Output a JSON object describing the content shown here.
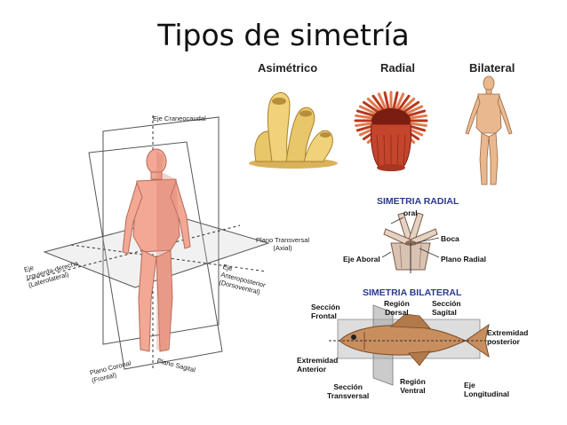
{
  "title": "Tipos de simetría",
  "symmetry_types": {
    "asymmetric": "Asimétrico",
    "radial": "Radial",
    "bilateral": "Bilateral"
  },
  "planes_diagram": {
    "axis_craneocaudal": "Eje Craneocaudal",
    "transverse_plane": "Plano Transversal",
    "transverse_plane_sub": "(Axial)",
    "left_right_axis": "Eje\nIzquierda-derecha\n(Laterolateral)",
    "anteroposterior_axis": "Eje\nAnteroposterior\n(Dorsoventral)",
    "coronal_plane": "Plano Coronal\n(Frontal)",
    "sagittal_plane": "Plano Sagital"
  },
  "radial_panel": {
    "title": "SIMETRIA RADIAL",
    "oral": "oral",
    "mouth": "Boca",
    "aboral_axis": "Eje Aboral",
    "radial_plane": "Plano Radial"
  },
  "bilateral_panel": {
    "title": "SIMETRIA BILATERAL",
    "frontal_section": "Sección\nFrontal",
    "dorsal_region": "Región\nDorsal",
    "sagittal_section": "Sección\nSagital",
    "posterior_end": "Extremidad\nposterior",
    "anterior_end": "Extremidad\nAnterior",
    "transverse_section": "Sección\nTransversal",
    "ventral_region": "Región\nVentral",
    "longitudinal_axis": "Eje\nLongitudinal"
  },
  "colors": {
    "skin": "#f2a894",
    "skin_dark": "#d9806c",
    "sponge": "#e8c66a",
    "anemone": "#c4442c",
    "fish": "#c98e5e",
    "plane_gray": "#c8c8c8",
    "panel_title": "#2b3a8f"
  }
}
